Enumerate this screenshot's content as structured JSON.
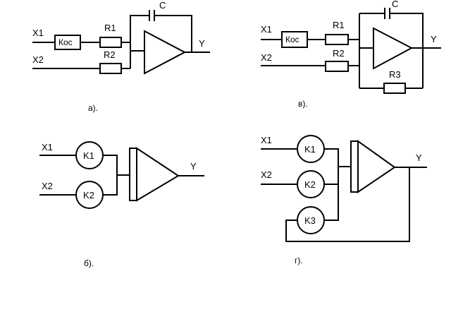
{
  "diagram_a": {
    "caption": "а).",
    "input1": "X1",
    "input2": "X2",
    "block": "Кос",
    "r1": "R1",
    "r2": "R2",
    "capacitor": "C",
    "output": "Y"
  },
  "diagram_b": {
    "caption": "б).",
    "input1": "X1",
    "input2": "X2",
    "k1": "K1",
    "k2": "K2",
    "output": "Y"
  },
  "diagram_v": {
    "caption": "в).",
    "input1": "X1",
    "input2": "X2",
    "block": "Кос",
    "r1": "R1",
    "r2": "R2",
    "r3": "R3",
    "capacitor": "C",
    "output": "Y"
  },
  "diagram_g": {
    "caption": "г).",
    "input1": "X1",
    "input2": "X2",
    "k1": "K1",
    "k2": "K2",
    "k3": "K3",
    "output": "Y"
  }
}
